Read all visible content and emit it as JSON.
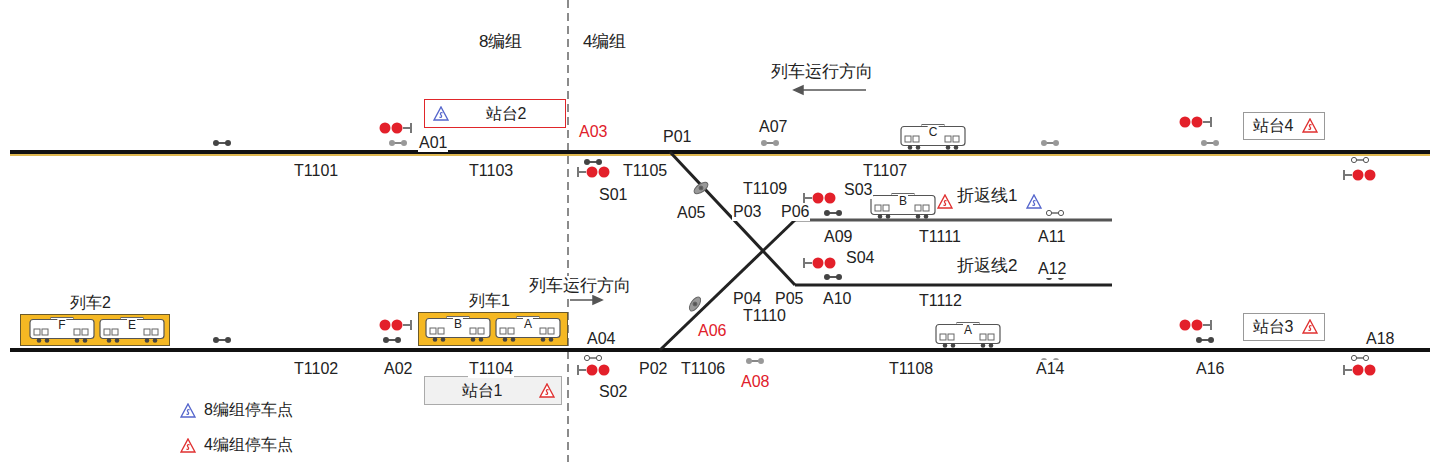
{
  "diagram": {
    "nodes": [
      {
        "text": [
          "站台2"
        ]
      },
      {
        "text": [
          "站台4"
        ]
      },
      {
        "text": [
          "C"
        ]
      },
      {
        "text": [
          "B"
        ]
      },
      {
        "text": [
          "列车2"
        ]
      },
      {
        "text": [
          "F"
        ],
        "in": 4
      },
      {
        "text": [
          "E"
        ],
        "in": 4
      },
      {
        "text": [
          "列车1"
        ]
      },
      {
        "text": [
          "B"
        ],
        "in": 7
      },
      {
        "text": [
          "A"
        ],
        "in": 7
      },
      {
        "text": [
          "A"
        ]
      },
      {
        "text": [
          "站台3"
        ]
      },
      {
        "text": [
          "站台1"
        ]
      }
    ],
    "labels": [
      "8编组",
      "4编组",
      "列车运行方向",
      "T1101",
      "T1103",
      "A01",
      "A03",
      "P01",
      "T1105",
      "A07",
      "T1107",
      "S01",
      "T1109",
      "S03",
      "折返线1",
      "A05",
      "P03",
      "P06",
      "A09",
      "T1111",
      "A11",
      "S04",
      "折返线2",
      "A12",
      "P04",
      "P05",
      "A10",
      "T1112",
      "列车运行方向",
      "T1110",
      "A06",
      "A04",
      "A18",
      "T1102",
      "A02",
      "T1104",
      "P02",
      "T1106",
      "A08",
      "T1108",
      "A14",
      "A16",
      "S02"
    ],
    "legend": [
      {
        "text": "8编组停车点"
      },
      {
        "text": "4编组停车点"
      }
    ]
  }
}
